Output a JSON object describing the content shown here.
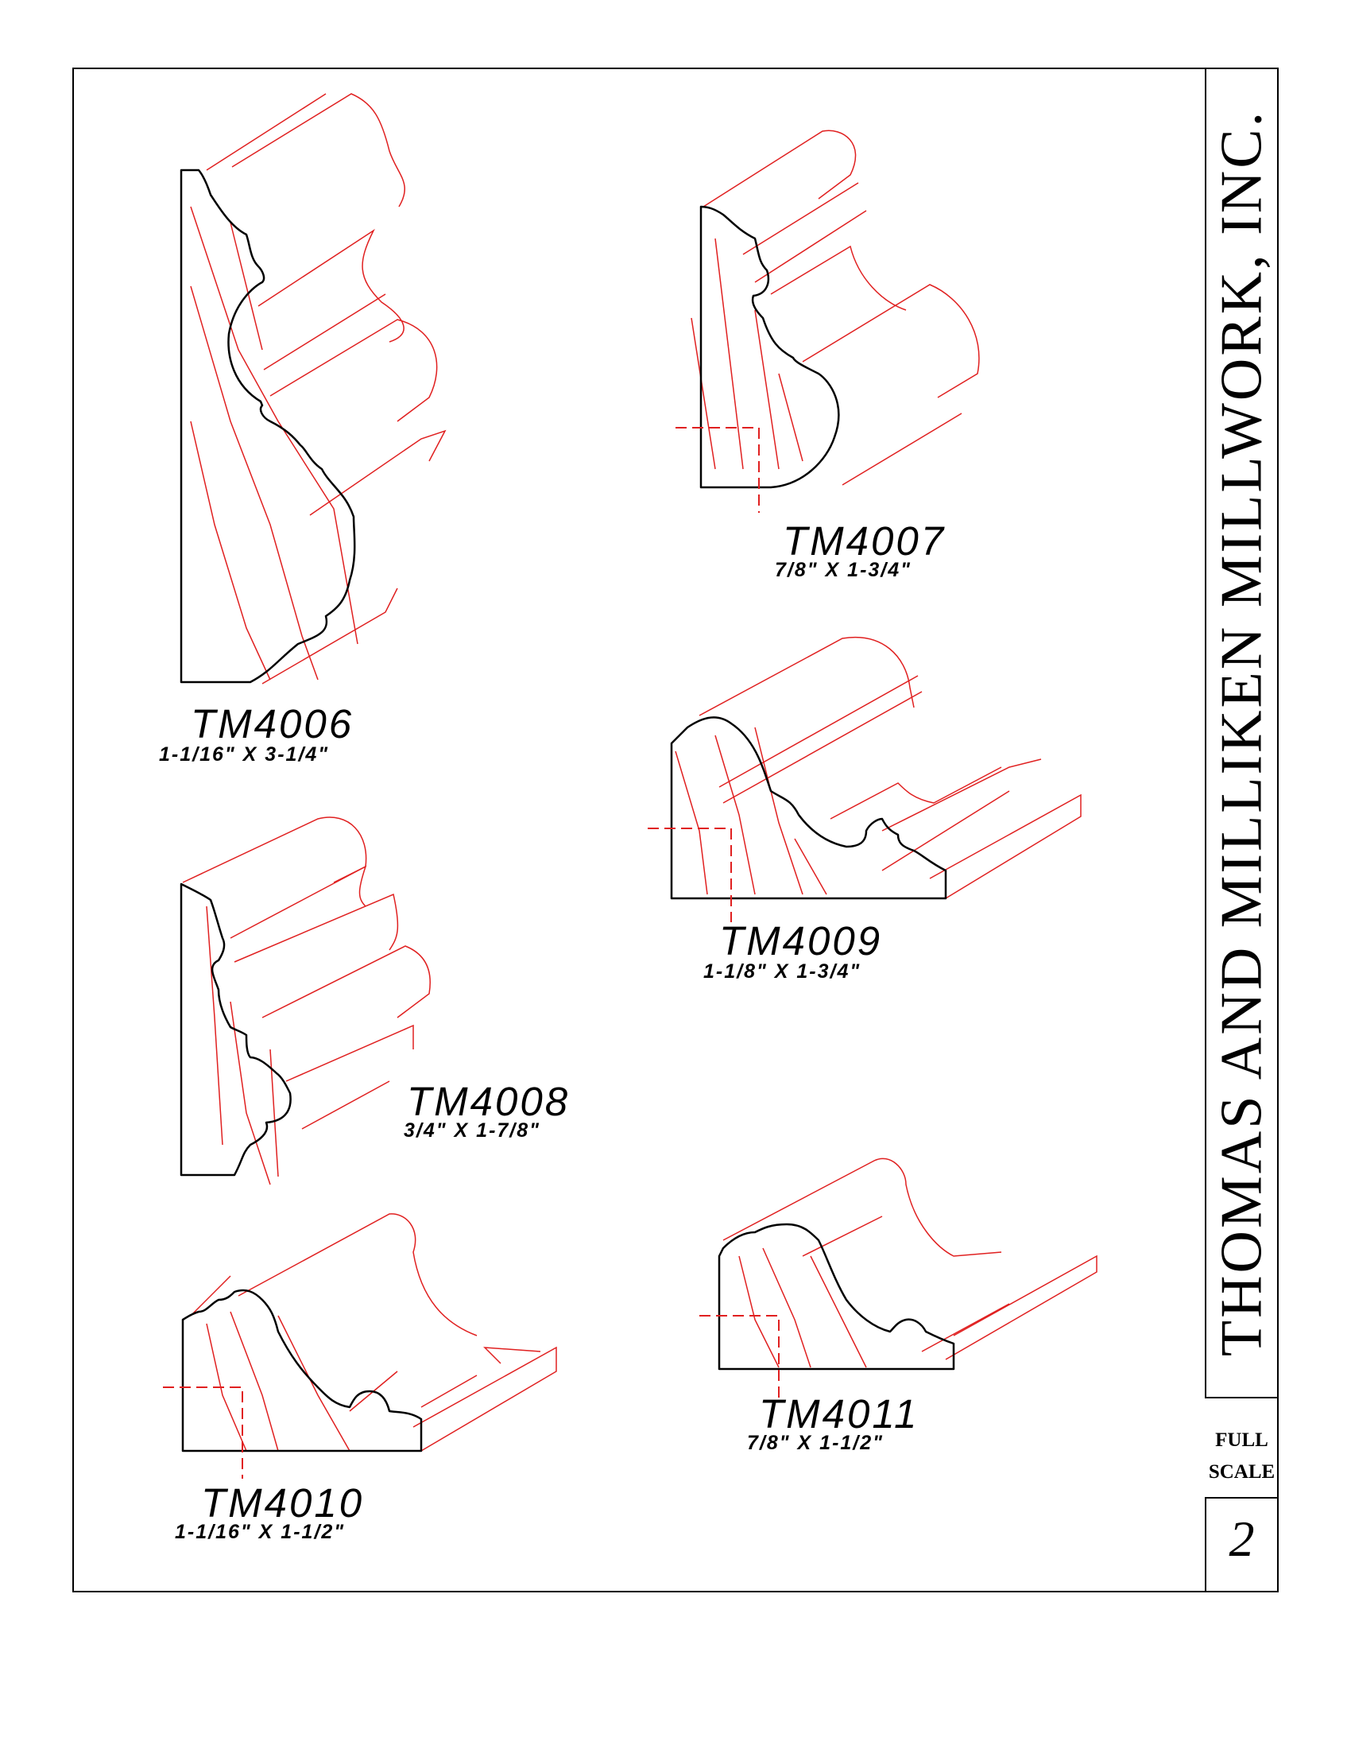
{
  "title_block": {
    "company": "THOMAS AND MILLIKEN MILLWORK, INC.",
    "scale_line1": "FULL",
    "scale_line2": "SCALE",
    "page_number": "2"
  },
  "moldings": [
    {
      "part": "TM4006",
      "dims": "1-1/16\"  X 3-1/4\""
    },
    {
      "part": "TM4007",
      "dims": "7/8\"  X 1-3/4\""
    },
    {
      "part": "TM4008",
      "dims": "3/4\"  X 1-7/8\""
    },
    {
      "part": "TM4009",
      "dims": "1-1/8\"  X 1-3/4\""
    },
    {
      "part": "TM4010",
      "dims": "1-1/16\"  X 1-1/2\""
    },
    {
      "part": "TM4011",
      "dims": "7/8\"  X 1-1/2\""
    }
  ],
  "colors": {
    "line": "#000000",
    "extrusion": "#e02020"
  }
}
